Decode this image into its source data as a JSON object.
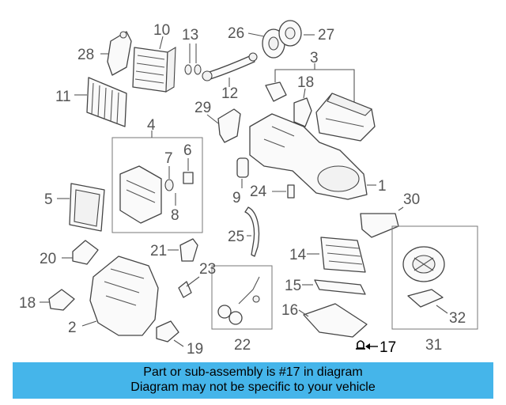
{
  "callouts": {
    "c1": "1",
    "c2": "2",
    "c3": "3",
    "c4": "4",
    "c5": "5",
    "c6": "6",
    "c7": "7",
    "c8": "8",
    "c9": "9",
    "c10": "10",
    "c11": "11",
    "c12": "12",
    "c13": "13",
    "c14": "14",
    "c15": "15",
    "c16": "16",
    "c17": "17",
    "c18a": "18",
    "c18b": "18",
    "c19": "19",
    "c20": "20",
    "c21": "21",
    "c22": "22",
    "c23": "23",
    "c24": "24",
    "c25": "25",
    "c26": "26",
    "c27": "27",
    "c28": "28",
    "c29": "29",
    "c30": "30",
    "c31": "31",
    "c32": "32"
  },
  "highlight": {
    "part_number": "17",
    "color": "#000000"
  },
  "banner": {
    "line1": "Part or sub-assembly is #17 in diagram",
    "line2": "Diagram may not be specific to your vehicle",
    "background": "#45b5ea"
  }
}
